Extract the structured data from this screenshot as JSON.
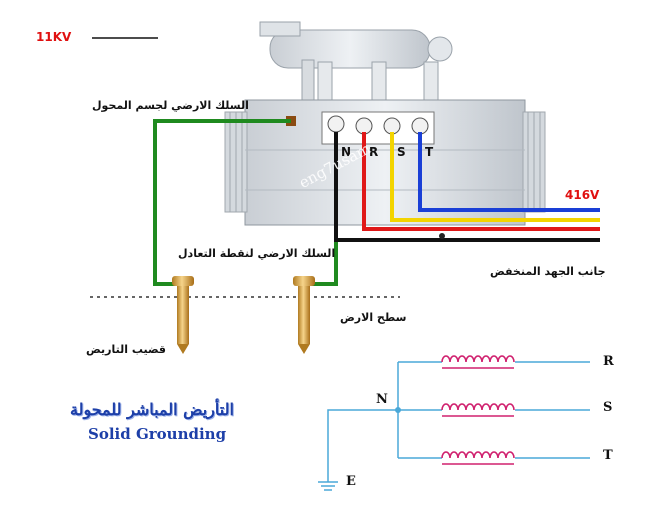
{
  "labels": {
    "hv": "11KV",
    "lv": "416V",
    "body_earth": "السلك الارضي لجسم المحول",
    "neutral_earth": "السلك الارضي لنقطة التعادل",
    "lv_side": "جانب الجهد المنخفض",
    "ground_surface": "سطح الارض",
    "earth_rod": "قضيب التاريض",
    "watermark": "eng7usam"
  },
  "phases": [
    "N",
    "R",
    "S",
    "T"
  ],
  "title": {
    "arabic": "التأريض المباشر للمحولة",
    "english": "Solid Grounding"
  },
  "schematic": {
    "neutral": "N",
    "earth": "E",
    "phases": [
      "R",
      "S",
      "T"
    ]
  },
  "colors": {
    "neutral": "#111111",
    "R": "#e01818",
    "S": "#f3d400",
    "T": "#1a3fd6",
    "earth_wire": "#1f8a1f",
    "coil": "#d0206e",
    "schematic_line": "#4aa8d8",
    "title": "#1d3fa8"
  }
}
